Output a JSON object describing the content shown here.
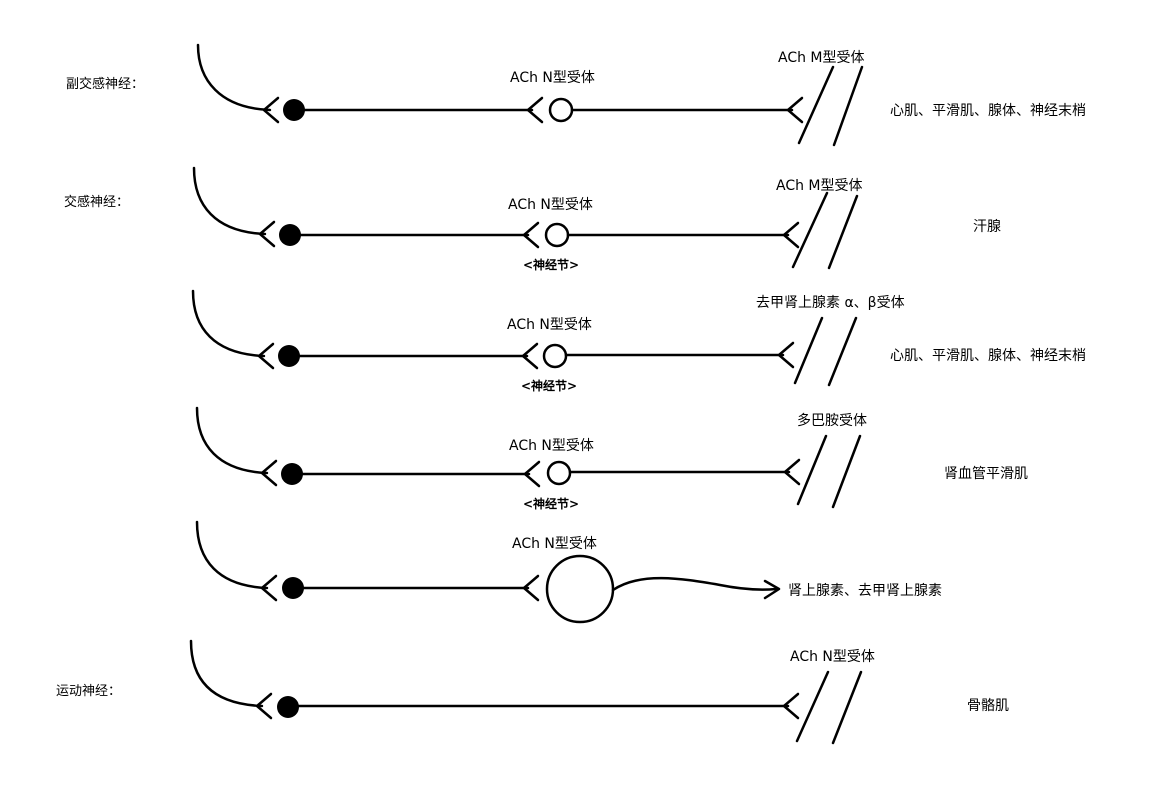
{
  "rows": [
    {
      "nerve_label": "副交感神经：",
      "mid_receptor": "ACh N型受体",
      "ganglion_label": "",
      "end_receptor": "ACh M型受体",
      "target": "心肌、平滑肌、腺体、神经末梢"
    },
    {
      "nerve_label": "交感神经：",
      "mid_receptor": "ACh N型受体",
      "ganglion_label": "<神经节>",
      "end_receptor": "ACh M型受体",
      "target": "汗腺"
    },
    {
      "nerve_label": "",
      "mid_receptor": "ACh N型受体",
      "ganglion_label": "<神经节>",
      "end_receptor": "去甲肾上腺素 α、β受体",
      "target": "心肌、平滑肌、腺体、神经末梢"
    },
    {
      "nerve_label": "",
      "mid_receptor": "ACh N型受体",
      "ganglion_label": "<神经节>",
      "end_receptor": "多巴胺受体",
      "target": "肾血管平滑肌"
    },
    {
      "nerve_label": "",
      "mid_receptor": "ACh N型受体",
      "ganglion_label": "",
      "end_receptor": "",
      "target": "肾上腺素、去甲肾上腺素"
    },
    {
      "nerve_label": "运动神经：",
      "mid_receptor": "",
      "ganglion_label": "",
      "end_receptor": "ACh N型受体",
      "target": "骨骼肌"
    }
  ]
}
